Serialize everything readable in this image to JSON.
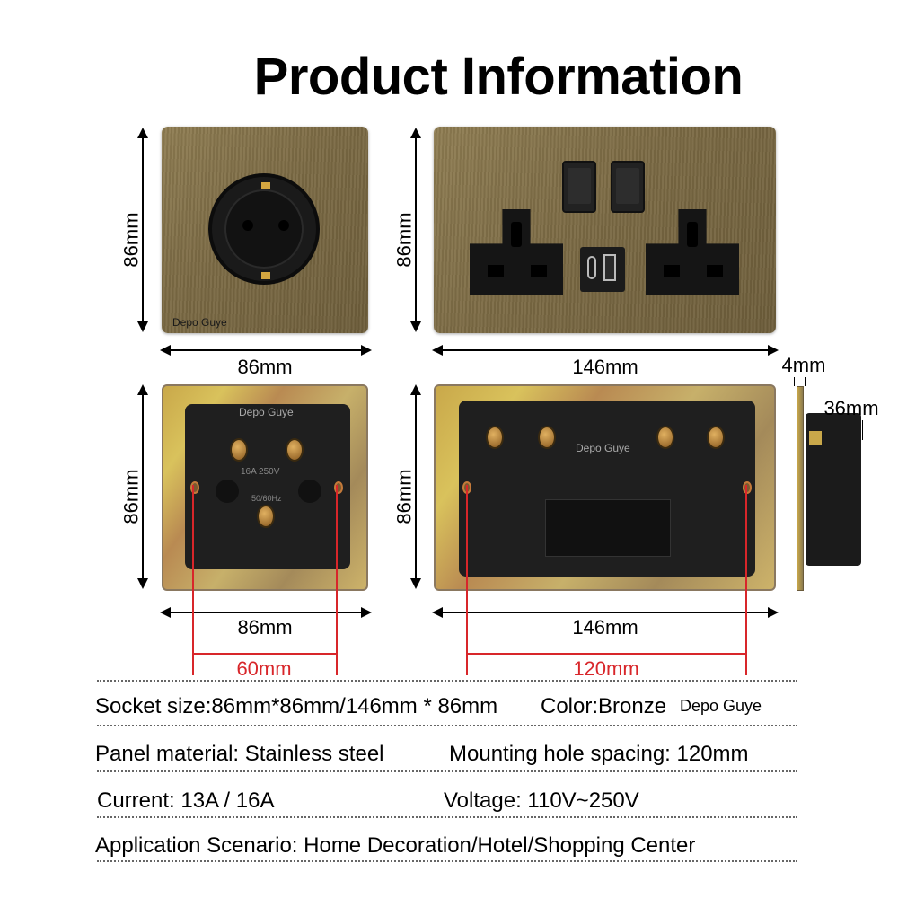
{
  "title": "Product Information",
  "brand": "Depo Guye",
  "dimensions": {
    "single_height": "86mm",
    "single_width": "86mm",
    "double_height": "86mm",
    "double_width": "146mm",
    "depth_plate": "4mm",
    "depth_total": "36mm",
    "single_hole_spacing": "60mm",
    "double_hole_spacing": "120mm"
  },
  "back_labels": {
    "single_rating": "16A 250V",
    "single_freq": "50/60Hz"
  },
  "specs": {
    "size": "Socket size:86mm*86mm/146mm * 86mm",
    "color": "Color:Bronze",
    "material": "Panel material: Stainless steel",
    "mounting": "Mounting hole spacing: 120mm",
    "current": "Current: 13A / 16A",
    "voltage": "Voltage: 110V~250V",
    "application": "Application Scenario: Home Decoration/Hotel/Shopping Center"
  },
  "colors": {
    "bronze": "#7b6a44",
    "dimension_red": "#d8262a"
  }
}
